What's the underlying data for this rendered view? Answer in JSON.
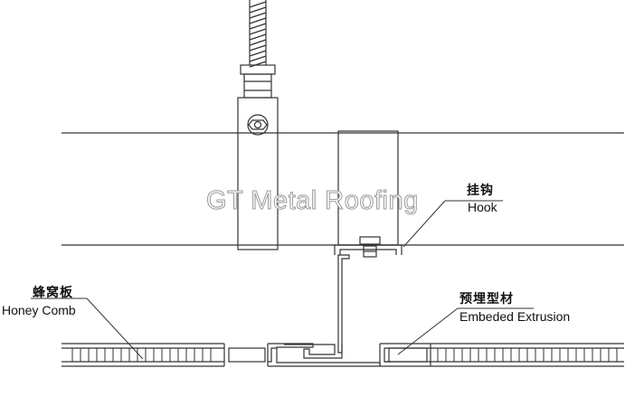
{
  "labels": {
    "hook_cn": "挂钩",
    "hook_en": "Hook",
    "honeycomb_cn": "蜂窝板",
    "honeycomb_en": "Honey Comb",
    "extrusion_cn": "预埋型材",
    "extrusion_en": "Embeded Extrusion"
  },
  "watermark": "GT Metal Roofing",
  "colors": {
    "line": "#333333",
    "watermark_stroke": "#9a9a9a",
    "background": "#ffffff"
  }
}
